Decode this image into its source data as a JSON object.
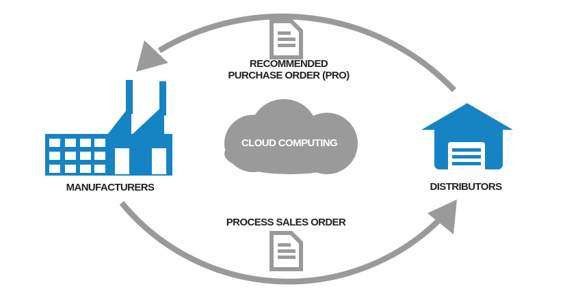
{
  "colors": {
    "blue": "#1684c4",
    "gray": "#9a9a9a",
    "text": "#231f20",
    "white": "#ffffff",
    "background": "#ffffff"
  },
  "diagram": {
    "cloud": {
      "label": "CLOUD COMPUTING",
      "icon": "cloud-icon"
    },
    "top_flow": {
      "line1": "RECOMMENDED",
      "line2": "PURCHASE ORDER (PRO)",
      "icon": "document-icon",
      "arrow_direction": "distributors-to-manufacturers"
    },
    "bottom_flow": {
      "label": "PROCESS SALES ORDER",
      "icon": "document-icon",
      "arrow_direction": "manufacturers-to-distributors"
    },
    "manufacturers": {
      "label": "MANUFACTURERS",
      "icon": "factory-icon"
    },
    "distributors": {
      "label": "DISTRIBUTORS",
      "icon": "warehouse-icon"
    }
  }
}
